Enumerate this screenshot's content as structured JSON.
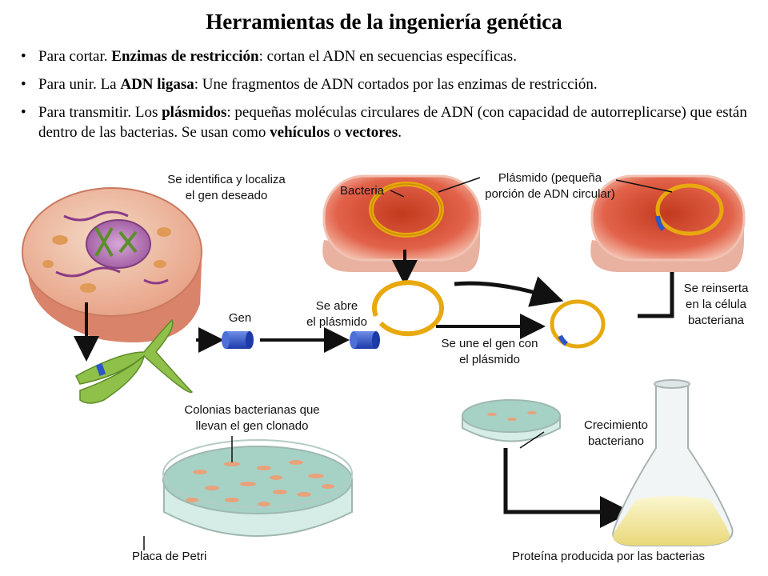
{
  "title": "Herramientas de la ingeniería genética",
  "bullets": [
    {
      "lead": "Para cortar. ",
      "bold1": "Enzimas de restricción",
      "rest": ": cortan el ADN en secuencias específicas."
    },
    {
      "lead": "Para unir. La ",
      "bold1": "ADN ligasa",
      "rest": ": Une fragmentos de ADN cortados por las enzimas de restricción."
    },
    {
      "lead": "Para transmitir. Los ",
      "bold1": "plásmidos",
      "mid": ": pequeñas moléculas circulares de ADN (con capacidad de autorreplicarse) que están dentro de las bacterias. Se usan como ",
      "bold2": "vehículos",
      "mid2": " o ",
      "bold3": "vectores",
      "end": "."
    }
  ],
  "labels": {
    "identifica_1": "Se identifica y localiza",
    "identifica_2": "el gen deseado",
    "bacteria": "Bacteria",
    "plasmido_1": "Plásmido (pequeña",
    "plasmido_2": "porción de ADN circular)",
    "gen": "Gen",
    "abre_1": "Se abre",
    "abre_2": "el plásmido",
    "une_1": "Se une el gen con",
    "une_2": "el plásmido",
    "reinserta_1": "Se reinserta",
    "reinserta_2": "en la célula",
    "reinserta_3": "bacteriana",
    "colonias_1": "Colonias bacterianas que",
    "colonias_2": "llevan el gen clonado",
    "crecimiento_1": "Crecimiento",
    "crecimiento_2": "bacteriano",
    "placa": "Placa de Petri",
    "proteina": "Proteína producida por las bacterias"
  },
  "colors": {
    "bacteria_fill": "#e2624a",
    "plasmid": "#e8a90e",
    "gene_blue": "#2b55c8",
    "chromosome": "#8fc04a",
    "petri_liquid": "#a6d2c6",
    "flask_liquid": "#f1e79a"
  }
}
